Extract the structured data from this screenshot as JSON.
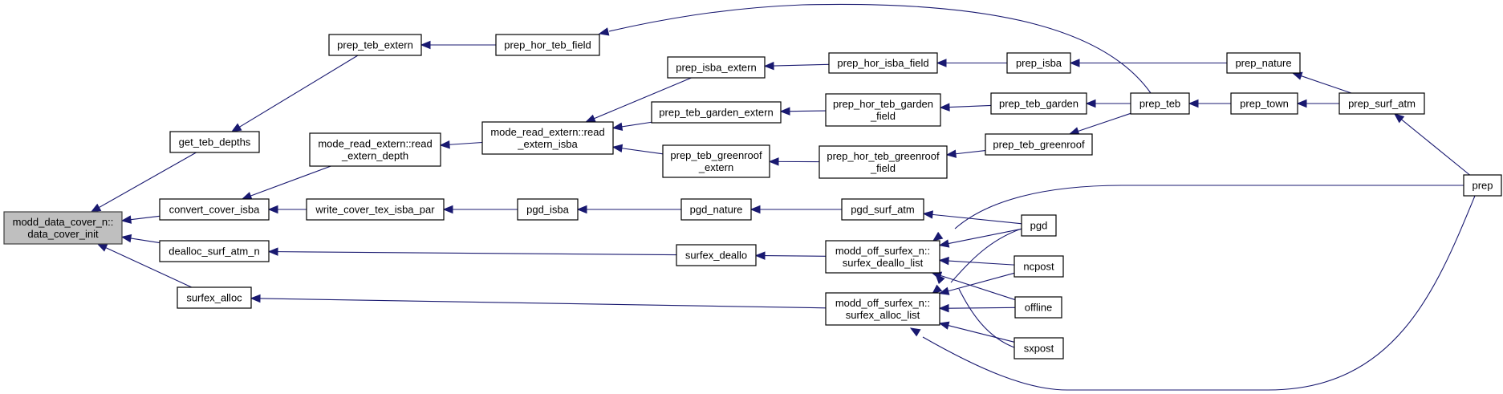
{
  "title": "Caller graph for modd_data_cover_n::data_cover_init",
  "colors": {
    "edge": "#191970",
    "focus_fill": "#bfbfbf",
    "node_fill": "#ffffff"
  },
  "nodes": [
    {
      "id": "data_cover_init",
      "lines": [
        "modd_data_cover_n::",
        "data_cover_init"
      ],
      "focus": true
    },
    {
      "id": "get_teb_depths",
      "lines": [
        "get_teb_depths"
      ]
    },
    {
      "id": "convert_cover_isba",
      "lines": [
        "convert_cover_isba"
      ]
    },
    {
      "id": "dealloc_surf_atm_n",
      "lines": [
        "dealloc_surf_atm_n"
      ]
    },
    {
      "id": "surfex_alloc",
      "lines": [
        "surfex_alloc"
      ]
    },
    {
      "id": "prep_teb_extern",
      "lines": [
        "prep_teb_extern"
      ]
    },
    {
      "id": "read_extern_depth",
      "lines": [
        "mode_read_extern::read",
        "_extern_depth"
      ]
    },
    {
      "id": "write_cover_tex_isba_par",
      "lines": [
        "write_cover_tex_isba_par"
      ]
    },
    {
      "id": "prep_hor_teb_field",
      "lines": [
        "prep_hor_teb_field"
      ]
    },
    {
      "id": "read_extern_isba",
      "lines": [
        "mode_read_extern::read",
        "_extern_isba"
      ]
    },
    {
      "id": "pgd_isba",
      "lines": [
        "pgd_isba"
      ]
    },
    {
      "id": "prep_isba_extern",
      "lines": [
        "prep_isba_extern"
      ]
    },
    {
      "id": "prep_teb_garden_extern",
      "lines": [
        "prep_teb_garden_extern"
      ]
    },
    {
      "id": "prep_teb_greenroof_extern",
      "lines": [
        "prep_teb_greenroof",
        "_extern"
      ]
    },
    {
      "id": "pgd_nature",
      "lines": [
        "pgd_nature"
      ]
    },
    {
      "id": "surfex_deallo",
      "lines": [
        "surfex_deallo"
      ]
    },
    {
      "id": "prep_hor_isba_field",
      "lines": [
        "prep_hor_isba_field"
      ]
    },
    {
      "id": "prep_hor_teb_garden_field",
      "lines": [
        "prep_hor_teb_garden",
        "_field"
      ]
    },
    {
      "id": "prep_hor_teb_greenroof_field",
      "lines": [
        "prep_hor_teb_greenroof",
        "_field"
      ]
    },
    {
      "id": "pgd_surf_atm",
      "lines": [
        "pgd_surf_atm"
      ]
    },
    {
      "id": "surfex_deallo_list",
      "lines": [
        "modd_off_surfex_n::",
        "surfex_deallo_list"
      ]
    },
    {
      "id": "surfex_alloc_list",
      "lines": [
        "modd_off_surfex_n::",
        "surfex_alloc_list"
      ]
    },
    {
      "id": "prep_isba",
      "lines": [
        "prep_isba"
      ]
    },
    {
      "id": "prep_teb_garden",
      "lines": [
        "prep_teb_garden"
      ]
    },
    {
      "id": "prep_teb_greenroof",
      "lines": [
        "prep_teb_greenroof"
      ]
    },
    {
      "id": "pgd",
      "lines": [
        "pgd"
      ]
    },
    {
      "id": "ncpost",
      "lines": [
        "ncpost"
      ]
    },
    {
      "id": "offline",
      "lines": [
        "offline"
      ]
    },
    {
      "id": "sxpost",
      "lines": [
        "sxpost"
      ]
    },
    {
      "id": "prep_teb",
      "lines": [
        "prep_teb"
      ]
    },
    {
      "id": "prep_nature",
      "lines": [
        "prep_nature"
      ]
    },
    {
      "id": "prep_town",
      "lines": [
        "prep_town"
      ]
    },
    {
      "id": "prep_surf_atm",
      "lines": [
        "prep_surf_atm"
      ]
    },
    {
      "id": "prep",
      "lines": [
        "prep"
      ]
    }
  ],
  "edges": [
    {
      "caller": "get_teb_depths",
      "callee": "data_cover_init"
    },
    {
      "caller": "convert_cover_isba",
      "callee": "data_cover_init"
    },
    {
      "caller": "dealloc_surf_atm_n",
      "callee": "data_cover_init"
    },
    {
      "caller": "surfex_alloc",
      "callee": "data_cover_init"
    },
    {
      "caller": "prep_teb_extern",
      "callee": "get_teb_depths"
    },
    {
      "caller": "read_extern_depth",
      "callee": "convert_cover_isba"
    },
    {
      "caller": "write_cover_tex_isba_par",
      "callee": "convert_cover_isba"
    },
    {
      "caller": "surfex_deallo",
      "callee": "dealloc_surf_atm_n"
    },
    {
      "caller": "surfex_alloc_list",
      "callee": "surfex_alloc"
    },
    {
      "caller": "prep_hor_teb_field",
      "callee": "prep_teb_extern"
    },
    {
      "caller": "read_extern_isba",
      "callee": "read_extern_depth"
    },
    {
      "caller": "pgd_isba",
      "callee": "write_cover_tex_isba_par"
    },
    {
      "caller": "prep_teb",
      "callee": "prep_hor_teb_field"
    },
    {
      "caller": "prep_isba_extern",
      "callee": "read_extern_isba"
    },
    {
      "caller": "prep_teb_garden_extern",
      "callee": "read_extern_isba"
    },
    {
      "caller": "prep_teb_greenroof_extern",
      "callee": "read_extern_isba"
    },
    {
      "caller": "pgd_nature",
      "callee": "pgd_isba"
    },
    {
      "caller": "prep_hor_isba_field",
      "callee": "prep_isba_extern"
    },
    {
      "caller": "prep_hor_teb_garden_field",
      "callee": "prep_teb_garden_extern"
    },
    {
      "caller": "prep_hor_teb_greenroof_field",
      "callee": "prep_teb_greenroof_extern"
    },
    {
      "caller": "pgd_surf_atm",
      "callee": "pgd_nature"
    },
    {
      "caller": "surfex_deallo_list",
      "callee": "surfex_deallo"
    },
    {
      "caller": "prep_isba",
      "callee": "prep_hor_isba_field"
    },
    {
      "caller": "prep_teb_garden",
      "callee": "prep_hor_teb_garden_field"
    },
    {
      "caller": "prep_teb_greenroof",
      "callee": "prep_hor_teb_greenroof_field"
    },
    {
      "caller": "pgd",
      "callee": "pgd_surf_atm"
    },
    {
      "caller": "prep",
      "callee": "surfex_deallo_list"
    },
    {
      "caller": "pgd",
      "callee": "surfex_deallo_list"
    },
    {
      "caller": "ncpost",
      "callee": "surfex_deallo_list"
    },
    {
      "caller": "offline",
      "callee": "surfex_deallo_list"
    },
    {
      "caller": "sxpost",
      "callee": "surfex_deallo_list"
    },
    {
      "caller": "pgd",
      "callee": "surfex_alloc_list"
    },
    {
      "caller": "ncpost",
      "callee": "surfex_alloc_list"
    },
    {
      "caller": "offline",
      "callee": "surfex_alloc_list"
    },
    {
      "caller": "sxpost",
      "callee": "surfex_alloc_list"
    },
    {
      "caller": "prep",
      "callee": "surfex_alloc_list"
    },
    {
      "caller": "prep_nature",
      "callee": "prep_isba"
    },
    {
      "caller": "prep_teb",
      "callee": "prep_teb_garden"
    },
    {
      "caller": "prep_teb",
      "callee": "prep_teb_greenroof"
    },
    {
      "caller": "prep_town",
      "callee": "prep_teb"
    },
    {
      "caller": "prep_surf_atm",
      "callee": "prep_nature"
    },
    {
      "caller": "prep_surf_atm",
      "callee": "prep_town"
    },
    {
      "caller": "prep",
      "callee": "prep_surf_atm"
    }
  ]
}
